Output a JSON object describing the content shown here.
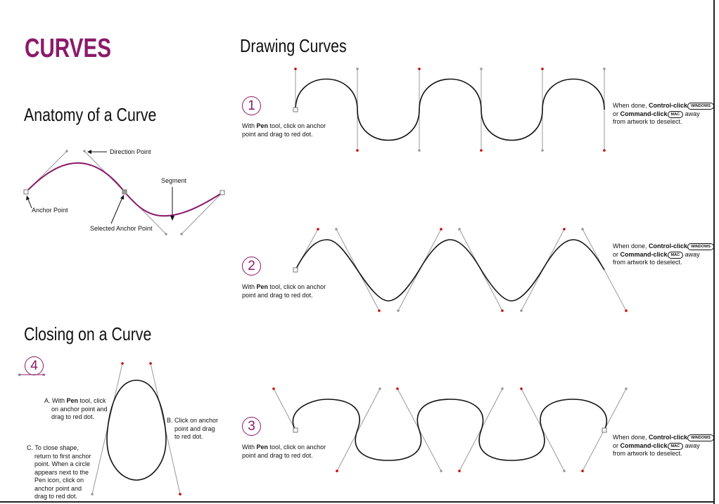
{
  "page": {
    "title": "CURVES",
    "accent_color": "#8b1a6b",
    "anchor_color": "#aaaaaa",
    "red_dot_color": "#cc0000"
  },
  "anatomy": {
    "heading": "Anatomy of a Curve",
    "labels": {
      "direction_point": "Direction Point",
      "segment": "Segment",
      "anchor_point": "Anchor Point",
      "selected_anchor_point": "Selected Anchor Point"
    }
  },
  "closing": {
    "heading": "Closing on a Curve",
    "step_number": "4",
    "step_a": [
      "A. With ",
      "Pen",
      " tool, click",
      "on anchor point and",
      "drag to red dot."
    ],
    "step_b": [
      "B. Click on anchor",
      "point and drag",
      "to red dot."
    ],
    "step_c": [
      "C. To close shape,",
      "return to first anchor",
      "point. When a circle",
      "appears next to the",
      "Pen icon, click on",
      "anchor point and",
      "drag to red dot."
    ]
  },
  "drawing": {
    "heading": "Drawing Curves",
    "steps": [
      {
        "number": "1",
        "instruction_bold": "Pen",
        "instruction_prefix": "With ",
        "instruction_line1_suffix": " tool, click on anchor",
        "instruction_line2": "point and drag to red dot."
      },
      {
        "number": "2",
        "instruction_bold": "Pen",
        "instruction_prefix": "With ",
        "instruction_line1_suffix": " tool, click on anchor",
        "instruction_line2": "point and drag to red dot."
      },
      {
        "number": "3",
        "instruction_bold": "Pen",
        "instruction_prefix": "With ",
        "instruction_line1_suffix": " tool, click on anchor",
        "instruction_line2": "point and drag to red dot."
      }
    ],
    "done_note": {
      "line1_prefix": "When done, ",
      "control_click": "Control-click",
      "windows_key": "WINDOWS",
      "line2_prefix": "or ",
      "command_click": "Command-click",
      "mac_key": "MAC",
      "line2_suffix": " away",
      "line3": "from artwork to deselect."
    }
  }
}
